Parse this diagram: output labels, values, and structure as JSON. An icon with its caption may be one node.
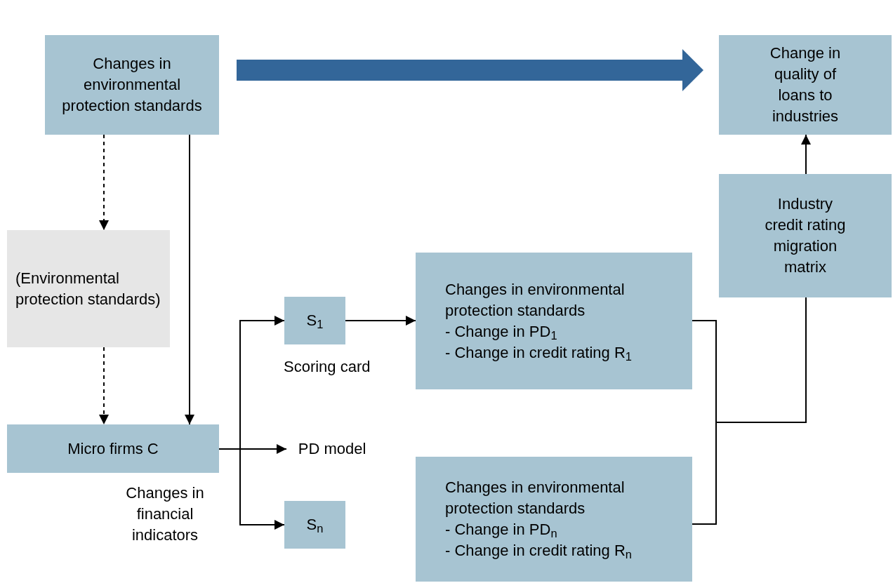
{
  "diagram": {
    "nodes": [
      {
        "text": [
          "Changes in environmental protection standards"
        ]
      },
      {
        "text": [
          "Change in quality of loans to industries"
        ]
      },
      {
        "text": [
          "(Environmental protection standards)"
        ]
      },
      {
        "text": [
          "Micro firms C"
        ],
        "beside": [
          "Changes in financial indicators"
        ]
      },
      {
        "text": [
          "PD model"
        ]
      },
      {
        "text": [
          "S$_{1}$"
        ],
        "beside": [
          "Scoring card"
        ]
      },
      {
        "text": [
          "S$_{n}$"
        ]
      },
      {
        "text": [
          "Changes in environmental protection standards",
          "- Change in PD$_{1}$",
          "- Change in credit rating R$_{1}$"
        ]
      },
      {
        "text": [
          "Changes in environmental protection standards",
          "- Change in PD$_{n}$",
          "- Change in credit rating R$_{n}$"
        ]
      },
      {
        "text": [
          "Industry credit rating migration matrix"
        ]
      }
    ],
    "edges": [
      {
        "from": 0,
        "to": 1,
        "arrow": "to",
        "style": "thick",
        "color": "#336699"
      },
      {
        "from": 0,
        "to": 2,
        "arrow": "to",
        "style": "dashed"
      },
      {
        "from": 2,
        "to": 3,
        "arrow": "to",
        "style": "dashed"
      },
      {
        "from": 0,
        "to": 3,
        "arrow": "to"
      },
      {
        "from": 3,
        "to": 4,
        "arrow": "to"
      },
      {
        "from": 3,
        "to": 5,
        "arrow": "to"
      },
      {
        "from": 3,
        "to": 6,
        "arrow": "to"
      },
      {
        "from": 5,
        "to": 7,
        "arrow": "to"
      },
      {
        "from": 7,
        "to": 9,
        "arrow": "none"
      },
      {
        "from": 8,
        "to": 9,
        "arrow": "none"
      },
      {
        "from": 9,
        "to": 1,
        "arrow": "to"
      }
    ]
  }
}
